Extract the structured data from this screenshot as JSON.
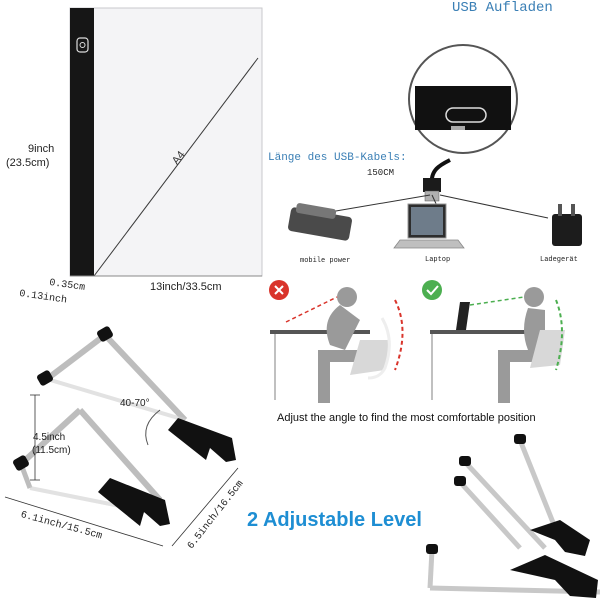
{
  "usb_title": "USB Aufladen",
  "tablet": {
    "center_label": "A4",
    "height_in": "9inch",
    "height_cm": "(23.5cm)",
    "width_label": "13inch/33.5cm",
    "thickness_top": "0.35cm",
    "thickness_bottom": "0.13inch"
  },
  "usb_cable_label": "Länge des USB-Kabels:",
  "usb_cable_length": "150CM",
  "devices": {
    "mobile_power": "mobile power",
    "laptop": "Laptop",
    "charger": "Ladegerät"
  },
  "posture_caption": "Adjust the angle to find the most comfortable position",
  "stand": {
    "angle": "40-70°",
    "height_in": "4.5inch",
    "height_cm": "(11.5cm)",
    "width_label": "6.1inch/15.5cm",
    "depth_label": "6.5inch/16.5cm"
  },
  "adjustable_label": "2 Adjustable Level",
  "colors": {
    "accent_blue": "#1e8ed3",
    "mono_blue": "#3a7fb5",
    "bad_red": "#d9342b",
    "good_green": "#4caf50"
  }
}
